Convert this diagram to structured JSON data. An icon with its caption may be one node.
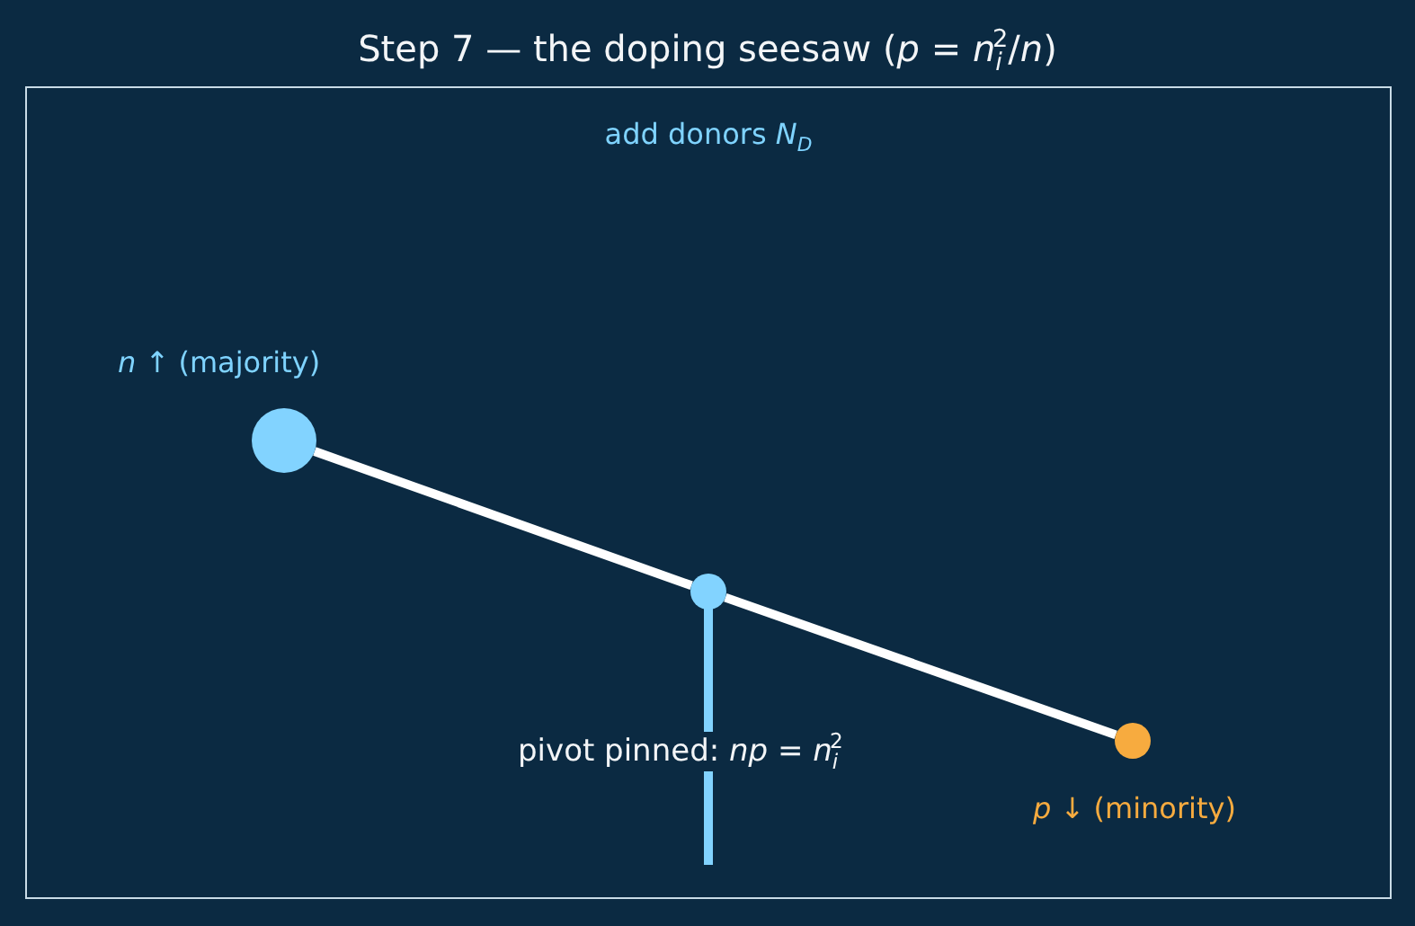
{
  "diagram": {
    "title": "Step 7 — the doping seesaw (*p* = *n*$_{i}$$^{2}$/*n*)",
    "nodes": [
      {
        "text": [
          "add donors *N*$_{D}$"
        ]
      },
      {
        "text": [],
        "shape": "circle",
        "in": 0,
        "beside": [
          "*n* ↑ (majority)"
        ]
      },
      {
        "text": [],
        "shape": "circle",
        "in": 0
      },
      {
        "text": [],
        "shape": "circle",
        "in": 0,
        "beside": [
          "*p* ↓ (minority)"
        ]
      }
    ],
    "edges": [
      {
        "from": 1,
        "to": 2,
        "arrow": "none"
      },
      {
        "from": 2,
        "to": 3,
        "arrow": "none"
      }
    ],
    "labels": [
      "pivot pinned: *np* = *n*$_{i}$$^{2}$"
    ]
  }
}
